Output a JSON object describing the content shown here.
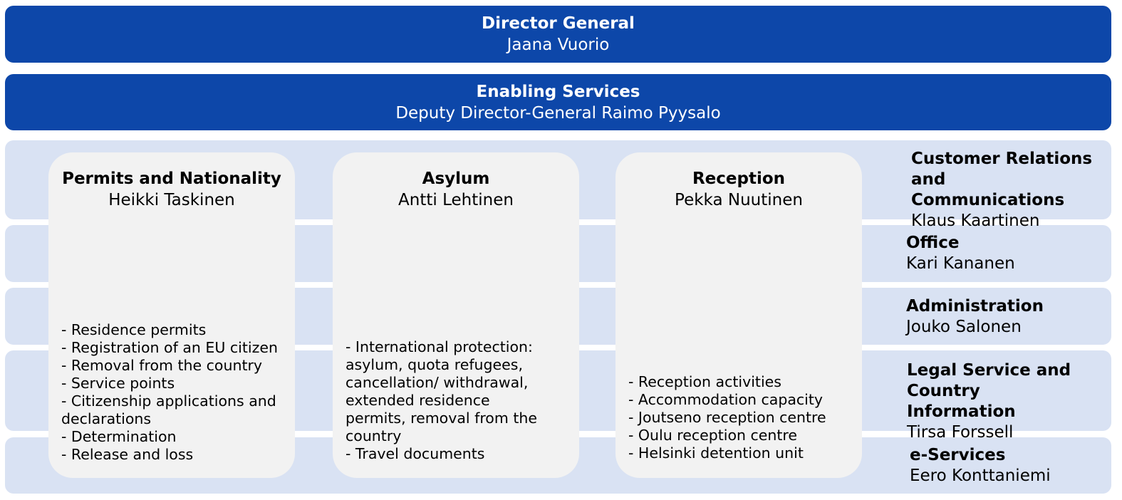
{
  "director": {
    "title": "Director General",
    "name": "Jaana Vuorio"
  },
  "enabling": {
    "title": "Enabling Services",
    "name": "Deputy Director-General  Raimo Pyysalo"
  },
  "side_units": [
    {
      "title": "Customer Relations and Communications",
      "name": "Klaus Kaartinen"
    },
    {
      "title": "Office",
      "name": "Kari Kananen"
    },
    {
      "title": "Administration",
      "name": "Jouko Salonen"
    },
    {
      "title": "Legal Service and Country Information",
      "name": "Tirsa Forssell"
    },
    {
      "title": "e-Services",
      "name": "Eero Konttaniemi"
    }
  ],
  "departments": [
    {
      "title": "Permits and Nationality",
      "name": "Heikki Taskinen",
      "items": [
        "- Residence permits",
        "- Registration of an EU citizen",
        "- Removal from the country",
        "- Service points",
        "- Citizenship applications and declarations",
        "- Determination",
        "- Release and loss"
      ]
    },
    {
      "title": "Asylum",
      "name": "Antti Lehtinen",
      "items": [
        "- International protection: asylum, quota refugees, cancellation/ withdrawal, extended residence permits, removal from the country",
        "- Travel documents"
      ]
    },
    {
      "title": "Reception",
      "name": "Pekka Nuutinen",
      "items": [
        "- Reception activities",
        "- Accommodation capacity",
        "- Joutseno reception centre",
        "- Oulu reception centre",
        "- Helsinki detention unit"
      ]
    }
  ]
}
